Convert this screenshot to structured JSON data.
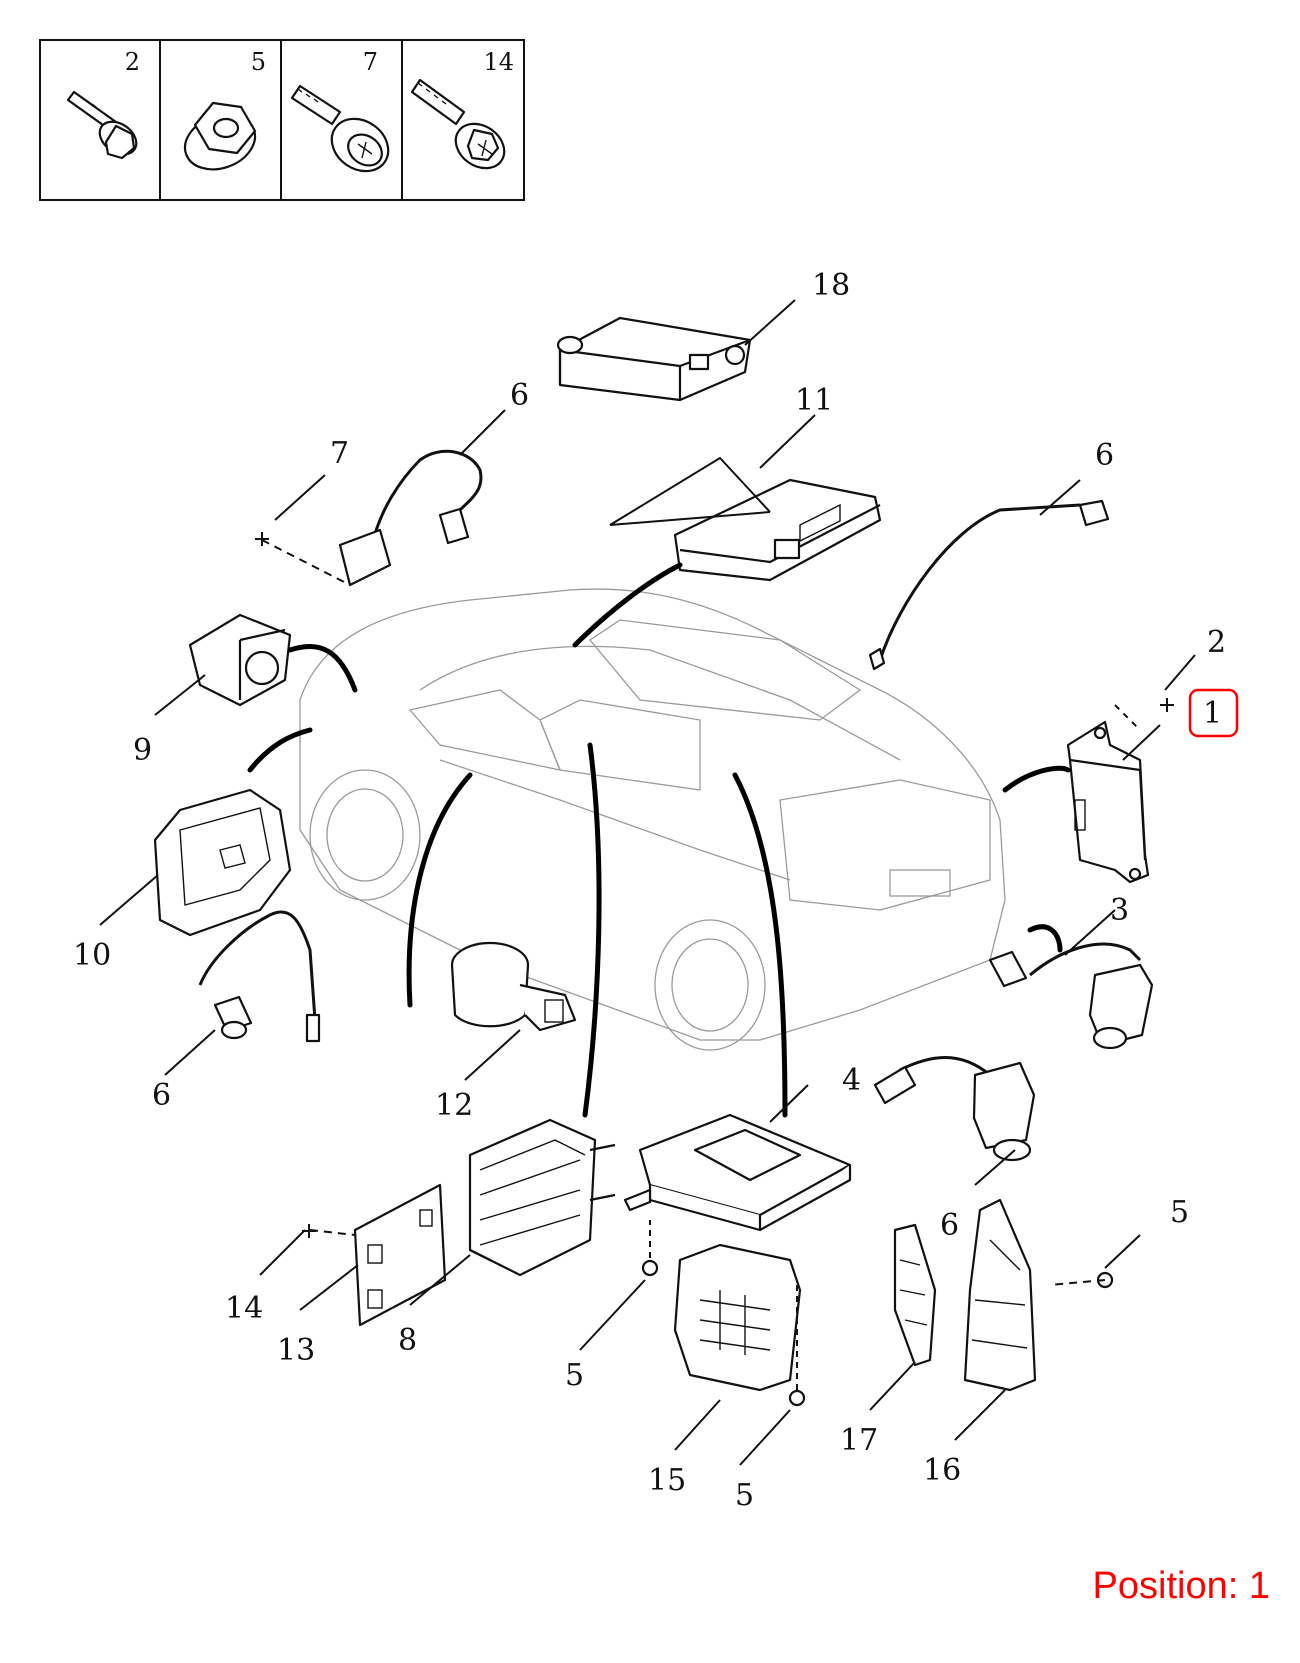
{
  "fasteners": [
    {
      "number": "2",
      "icon": "flange-bolt-icon"
    },
    {
      "number": "5",
      "icon": "hex-nut-icon"
    },
    {
      "number": "7",
      "icon": "washer-screw-icon"
    },
    {
      "number": "14",
      "icon": "flange-screw-icon"
    }
  ],
  "callouts": {
    "c1": "1",
    "c2": "2",
    "c3": "3",
    "c4": "4",
    "c5a": "5",
    "c5b": "5",
    "c5c": "5",
    "c6a": "6",
    "c6b": "6",
    "c6c": "6",
    "c6d": "6",
    "c7": "7",
    "c8": "8",
    "c9": "9",
    "c10": "10",
    "c11": "11",
    "c12": "12",
    "c13": "13",
    "c14": "14",
    "c15": "15",
    "c16": "16",
    "c17": "17",
    "c18": "18"
  },
  "highlighted_callout": "1",
  "position_label": "Position: 1",
  "colors": {
    "highlight": "#ff0000",
    "lines": "#111111",
    "vehicle_outline": "#9a9a9a"
  }
}
